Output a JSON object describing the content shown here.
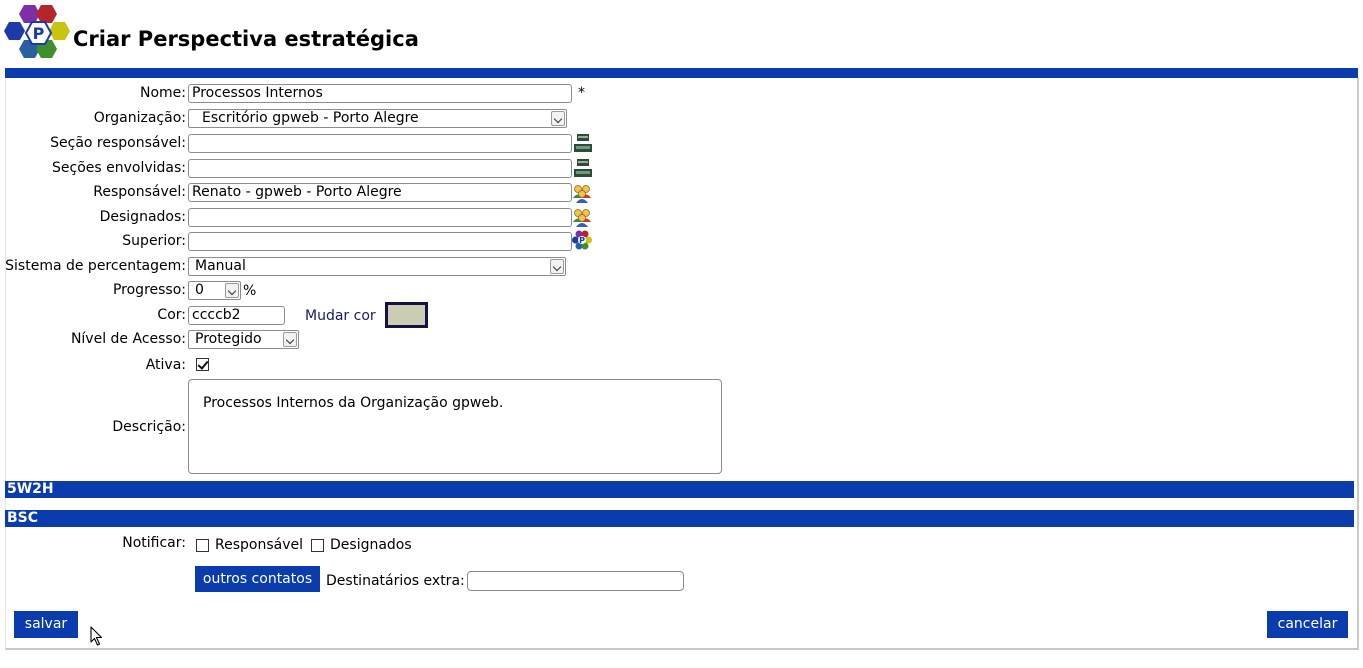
{
  "header": {
    "title": "Criar Perspectiva estratégica"
  },
  "form": {
    "nome": {
      "label": "Nome:",
      "value": "Processos Internos",
      "required_mark": "*"
    },
    "organizacao": {
      "label": "Organização:",
      "value": "Escritório gpweb - Porto Alegre"
    },
    "secao_responsavel": {
      "label": "Seção responsável:",
      "value": ""
    },
    "secoes_envolvidas": {
      "label": "Seções envolvidas:",
      "value": ""
    },
    "responsavel": {
      "label": "Responsável:",
      "value": "Renato - gpweb - Porto Alegre"
    },
    "designados": {
      "label": "Designados:",
      "value": ""
    },
    "superior": {
      "label": "Superior:",
      "value": ""
    },
    "sistema_percentagem": {
      "label": "Sistema de percentagem:",
      "value": "Manual"
    },
    "progresso": {
      "label": "Progresso:",
      "value": "0",
      "unit": "%"
    },
    "cor": {
      "label": "Cor:",
      "value": "ccccb2",
      "change_label": "Mudar cor",
      "swatch": "#ccccb2"
    },
    "nivel_acesso": {
      "label": "Nível de Acesso:",
      "value": "Protegido"
    },
    "ativa": {
      "label": "Ativa:",
      "checked": true
    },
    "descricao": {
      "label": "Descrição:",
      "value": "Processos Internos da Organização gpweb."
    }
  },
  "sections": {
    "s5w2h": "5W2H",
    "bsc": "BSC"
  },
  "notify": {
    "label": "Notificar:",
    "responsavel": "Responsável",
    "designados": "Designados",
    "outros_contatos": "outros contatos",
    "destinatarios_label": "Destinatários extra:",
    "destinatarios_value": ""
  },
  "actions": {
    "save": "salvar",
    "cancel": "cancelar"
  },
  "colors": {
    "accent": "#0a3cad"
  },
  "icons": [
    "app-logo-icon",
    "org-chart-icon",
    "users-icon",
    "hexagon-logo-icon",
    "checkmark-icon",
    "mouse-cursor-icon"
  ]
}
